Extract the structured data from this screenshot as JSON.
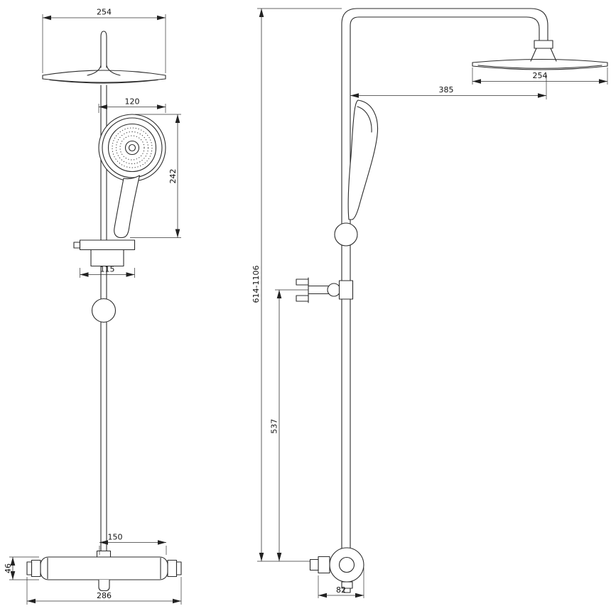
{
  "drawing": {
    "background": "#ffffff",
    "line_color": "#2b2b2b",
    "dims": {
      "front_head_width": "254",
      "front_handset_width": "120",
      "front_handset_length": "242",
      "front_bracket_width": "115",
      "front_valve_centers": "150",
      "front_valve_height": "46",
      "front_valve_width": "286",
      "side_head_offset": "385",
      "side_head_depth": "254",
      "side_column_height": "614-1106",
      "side_bracket_to_valve": "537",
      "side_valve_depth": "82"
    }
  }
}
